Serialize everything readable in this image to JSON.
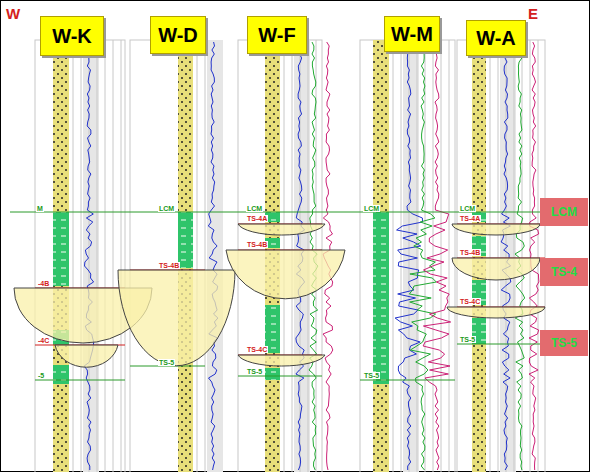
{
  "diagram": {
    "nodes": [
      {
        "text": [
          "W-K"
        ]
      },
      {
        "text": [
          "W-D"
        ]
      },
      {
        "text": [
          "W-F"
        ]
      },
      {
        "text": [
          "W-M"
        ]
      },
      {
        "text": [
          "W-A"
        ]
      },
      {
        "text": [
          "LCM"
        ]
      },
      {
        "text": [
          "TS-4"
        ]
      },
      {
        "text": [
          "TS-5"
        ]
      }
    ],
    "labels": [
      "W",
      "E",
      "M",
      "-4B",
      "-4C",
      "-5",
      "LCM",
      "TS-4B",
      "TS-5",
      "LCM",
      "TS-4A",
      "TS-4B",
      "TS-4C",
      "TS-5",
      "LCM",
      "TS-5",
      "LCM",
      "TS-4A",
      "TS-4B",
      "TS-4C",
      "TS-5"
    ]
  }
}
